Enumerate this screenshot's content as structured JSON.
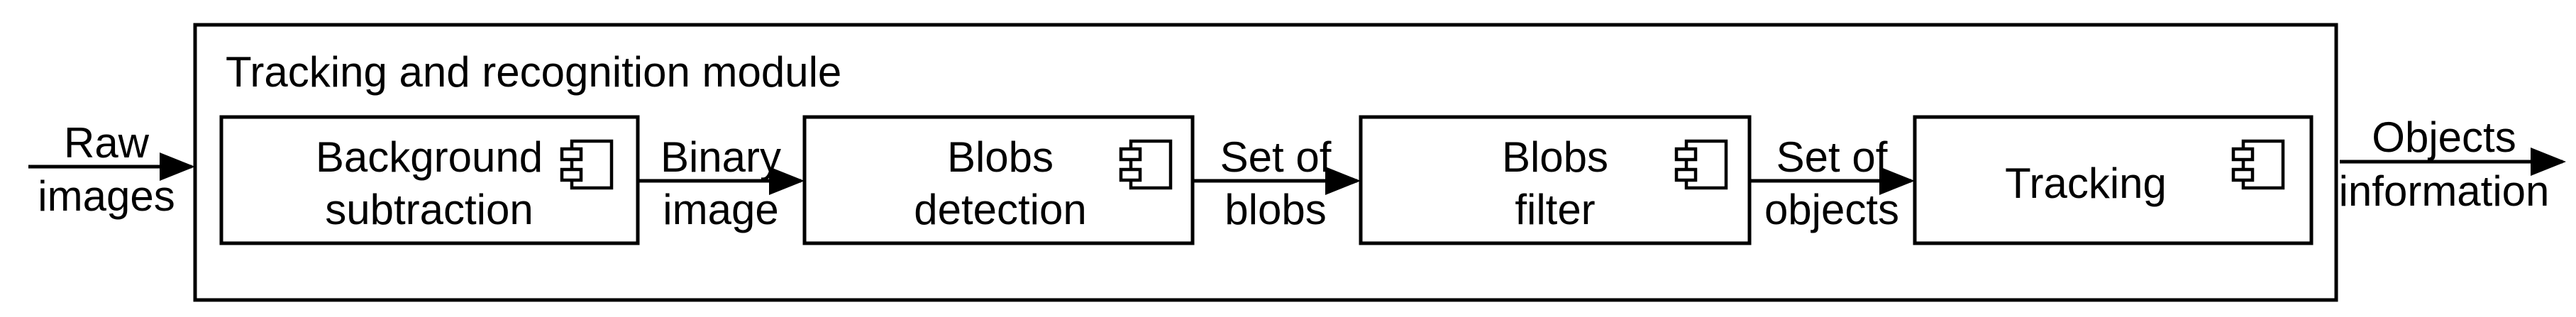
{
  "module": {
    "title": "Tracking and recognition module"
  },
  "components": [
    {
      "lines": [
        "Background",
        "subtraction"
      ],
      "icon": "component-icon"
    },
    {
      "lines": [
        "Blobs",
        "detection"
      ],
      "icon": "component-icon"
    },
    {
      "lines": [
        "Blobs",
        "filter"
      ],
      "icon": "component-icon"
    },
    {
      "lines": [
        "Tracking"
      ],
      "icon": "component-icon"
    }
  ],
  "flows": {
    "input": [
      "Raw",
      "images"
    ],
    "binary_image": [
      "Binary",
      "image"
    ],
    "set_of_blobs": [
      "Set of",
      "blobs"
    ],
    "set_of_objects": [
      "Set of",
      "objects"
    ],
    "output": [
      "Objects",
      "information"
    ]
  },
  "colors": {
    "stroke": "#000000",
    "background": "#ffffff"
  }
}
